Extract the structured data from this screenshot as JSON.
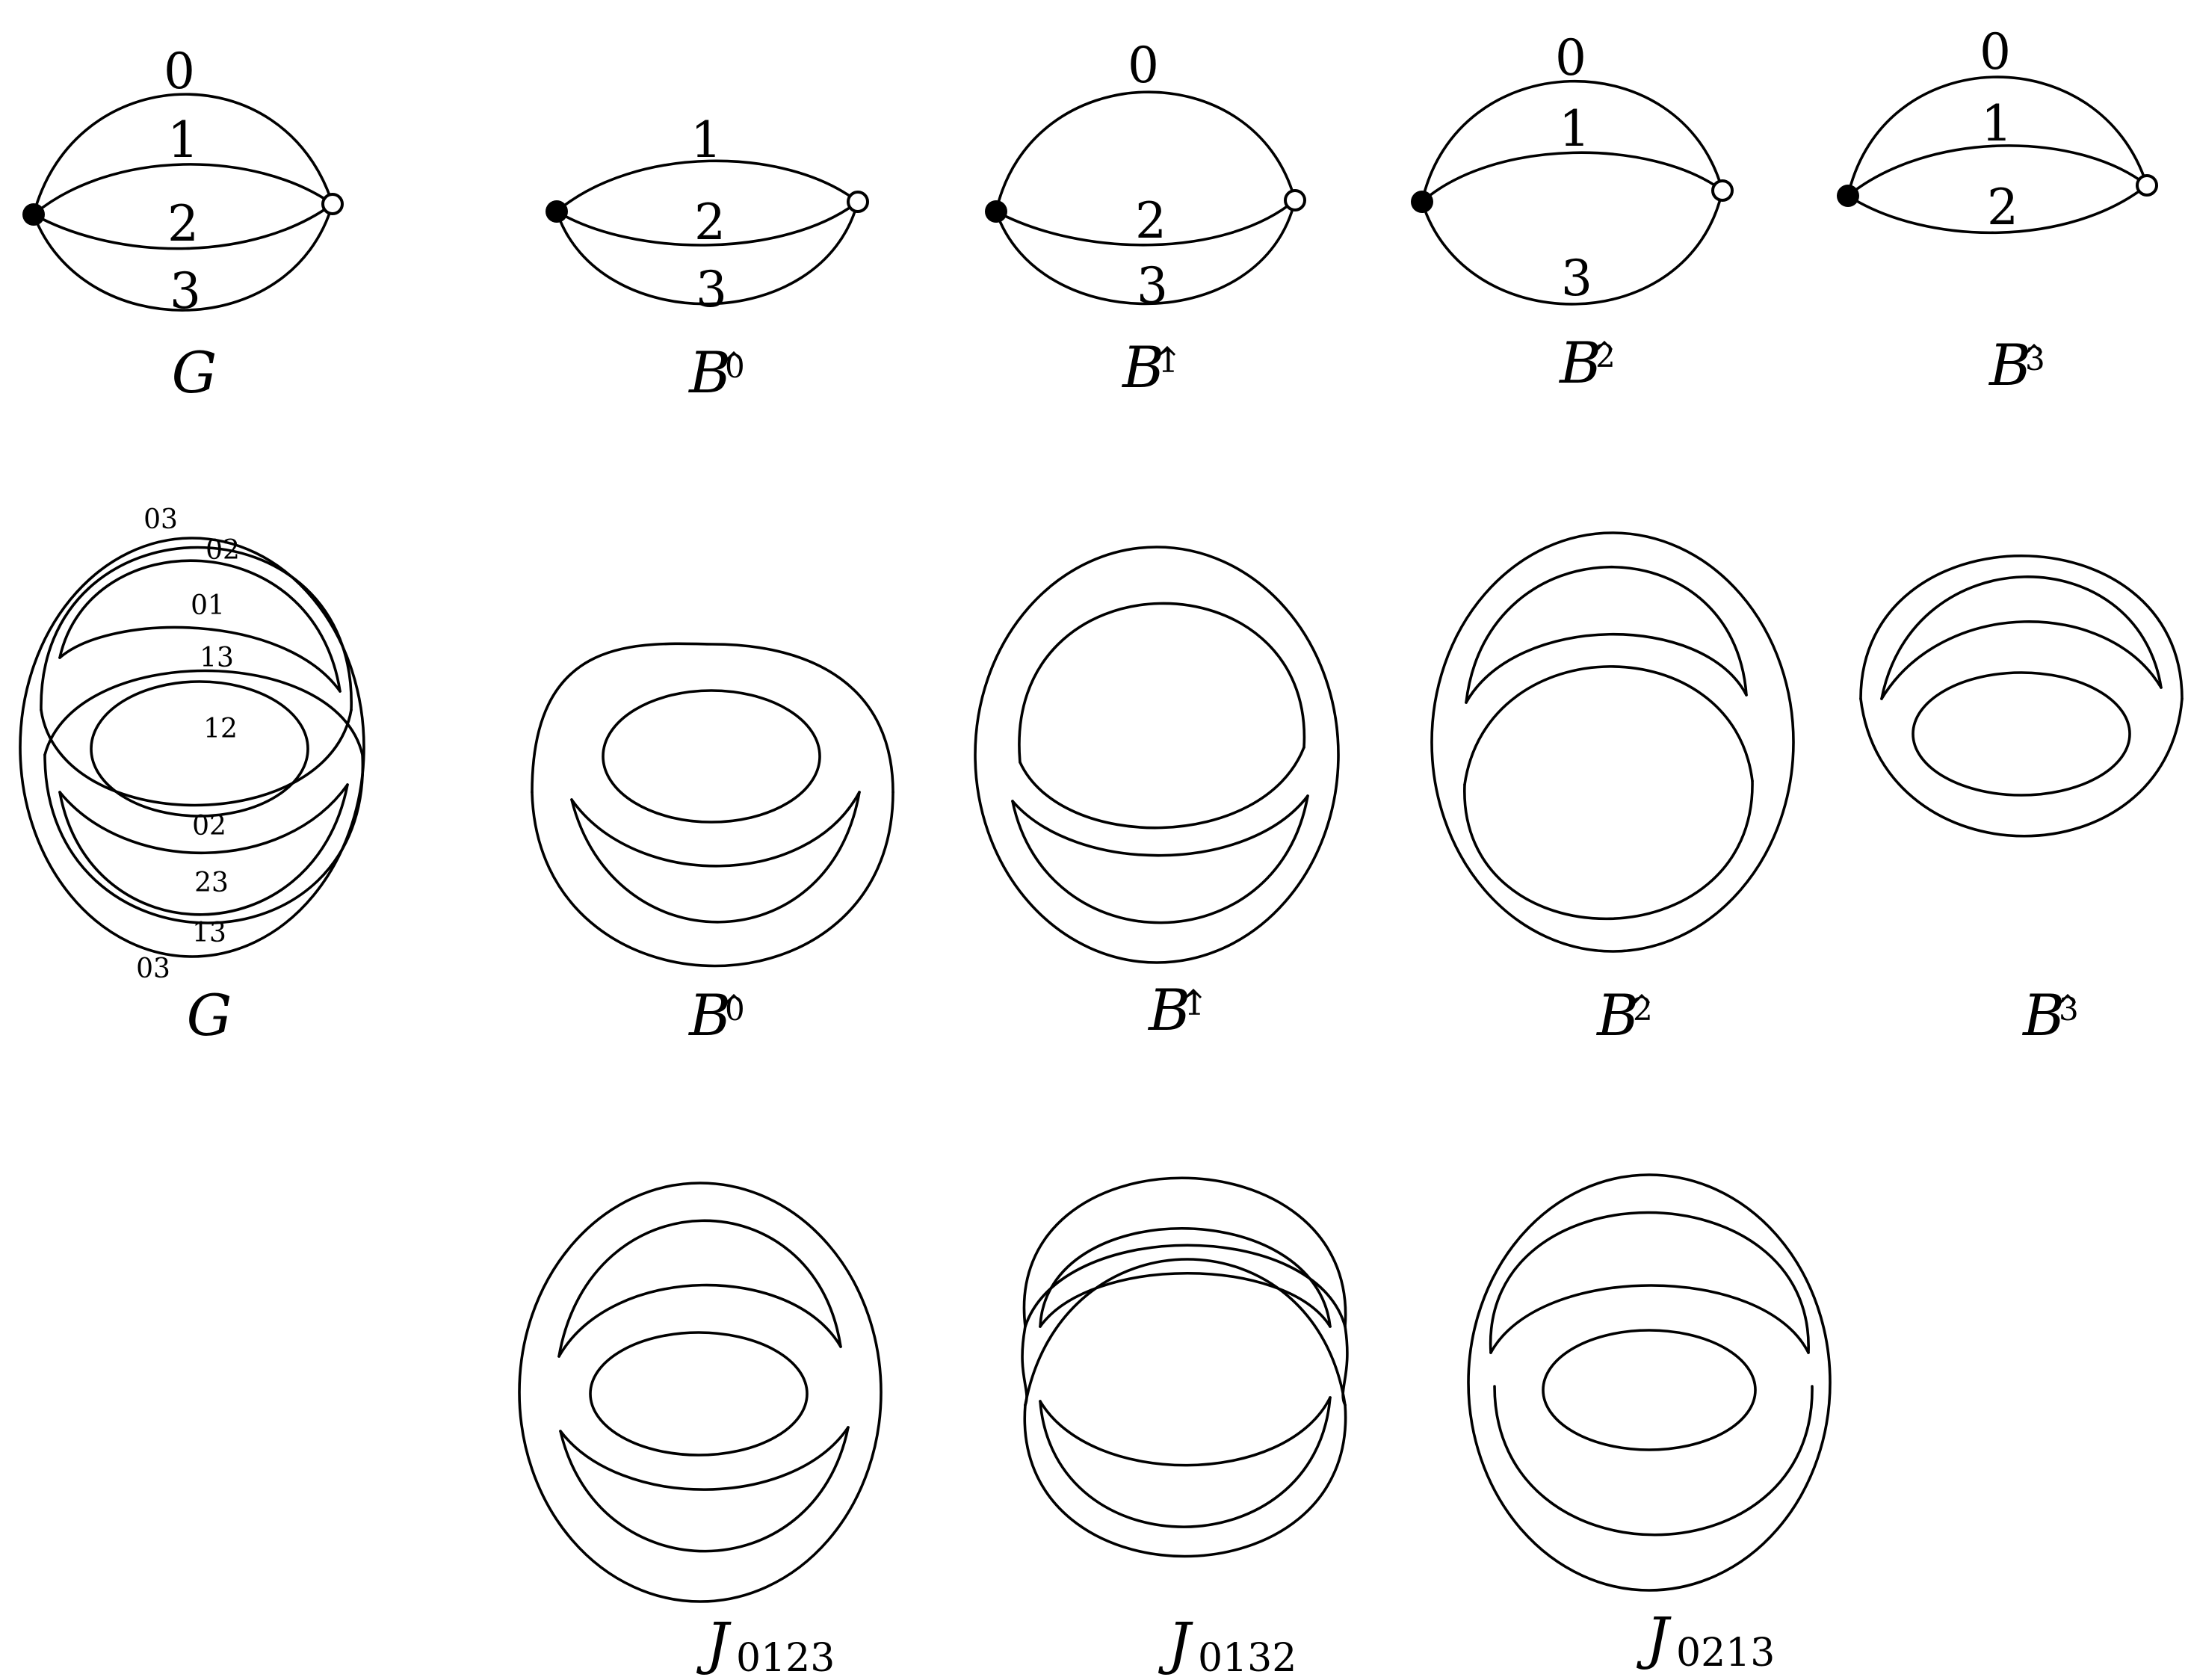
{
  "row1": {
    "g": {
      "edges": [
        "0",
        "1",
        "2",
        "3"
      ],
      "caption": "G"
    },
    "b0": {
      "edges": [
        "1",
        "2",
        "3"
      ],
      "caption": "B",
      "sup": "0"
    },
    "b1": {
      "edges": [
        "0",
        "2",
        "3"
      ],
      "caption": "B",
      "sup": "1"
    },
    "b2": {
      "edges": [
        "0",
        "1",
        "3"
      ],
      "caption": "B",
      "sup": "2"
    },
    "b3": {
      "edges": [
        "0",
        "1",
        "2"
      ],
      "caption": "B",
      "sup": "3"
    }
  },
  "row2": {
    "g": {
      "strands": [
        "03",
        "02",
        "01",
        "13",
        "12",
        "02",
        "23",
        "13",
        "03"
      ],
      "caption": "G"
    },
    "b0": {
      "caption": "B",
      "sup": "0"
    },
    "b1": {
      "caption": "B",
      "sup": "1"
    },
    "b2": {
      "caption": "B",
      "sup": "2"
    },
    "b3": {
      "caption": "B",
      "sup": "3"
    }
  },
  "row3": {
    "j0123": {
      "caption": "J",
      "sub": "0123"
    },
    "j0132": {
      "caption": "J",
      "sub": "0132"
    },
    "j0213": {
      "caption": "J",
      "sub": "0213"
    }
  }
}
